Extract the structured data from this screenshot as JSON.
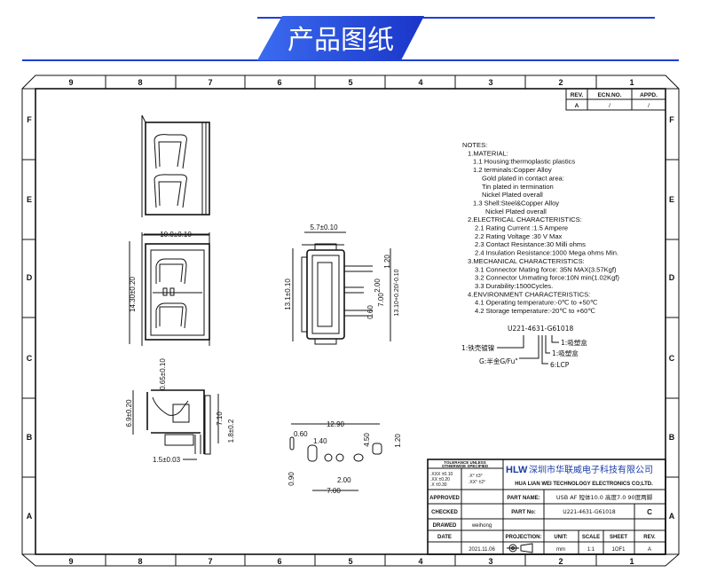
{
  "header": {
    "title": "产品图纸",
    "accent_color": "#1f3fd6"
  },
  "frame": {
    "columns": [
      "9",
      "8",
      "7",
      "6",
      "5",
      "4",
      "3",
      "2",
      "1"
    ],
    "rows": [
      "F",
      "E",
      "D",
      "C",
      "B",
      "A"
    ]
  },
  "revision": {
    "headers": [
      "REV.",
      "ECN.NO.",
      "APPD."
    ],
    "values": [
      "A",
      "/",
      "/"
    ]
  },
  "notes": [
    "NOTES:",
    "1.MATERIAL:",
    "1.1  Housing:thermoplastic  plastics",
    "1.2  terminals:Copper  Alloy",
    "Gold  plated  in  contact  area:",
    "Tin  plated  in  termination",
    "Nickel  Plated  overall",
    "1.3  Shell:Steel&Copper  Alloy",
    "Nickel  Plated  overall",
    "2.ELECTRICAL  CHARACTERISTICS:",
    "2.1  Rating  Current  :1.5  Ampere",
    "2.2  Rating  Voltage  :30  V  Max",
    "2.3  Contact  Resistance:30  Milli  ohms",
    "2.4  Insulation  Resistance:1000  Mega  ohms  Min.",
    "3.MECHANICAL  CHARACTERISTICS:",
    "3.1  Connector  Mating  force:  35N  MAX(3.57Kgf)",
    "3.2  Connector  Unmating  force:10N  min(1.02Kgf)",
    "3.3  Durability:1500Cycles.",
    "4.ENVIRONMENT  CHARACTERISTICS:",
    "4.1  Operating  temperature:-0℃  to  +50℃",
    "4.2  Storage  temperature:-20℃  to  +60℃"
  ],
  "part_code": {
    "code": "U221-4631-G61018",
    "callouts": [
      "1:铁壳镀镍",
      "G:半金G/Fu\"",
      "6:LCP",
      "1:吸塑盒",
      "1:吸塑盒"
    ]
  },
  "dimensions": {
    "front_width": "10.0±0.10",
    "front_height": "14.30±0.20",
    "side_width": "5.7±0.10",
    "side_height": "13.1±0.10",
    "side_pin_120": "1.20",
    "side_pin_200": "2.00",
    "side_pin_700": "7.00",
    "side_pin_060": "0.60",
    "side_total": "13.10+0.20/-0.10",
    "profile_065": "0.65±0.10",
    "profile_69": "6.9±0.20",
    "profile_710": "7.10",
    "profile_18": "1.8±0.2",
    "profile_15": "1.5±0.03",
    "pcb_1290": "12.90",
    "pcb_060": "0.60",
    "pcb_140": "1.40",
    "pcb_450": "4.50",
    "pcb_120": "1.20",
    "pcb_090": "0.90",
    "pcb_200": "2.00",
    "pcb_700": "7.00"
  },
  "title_block": {
    "tolerance_title": "TOLERANCE UNLESS",
    "tolerance_subtitle": "OTHERWISE SPECIFIED",
    "tol_xxx": ".XXX  ±0.10",
    "tol_xx": ".XX   ±0.20",
    "tol_x": ".X    ±0.30",
    "tol_ang1": ".X°   ±3°",
    "tol_ang2": ".XX°  ±2°",
    "logo": "HLW",
    "company_cn": "深圳市华联威电子科技有限公司",
    "company_en": "HUA LIAN WEI TECHNOLOGY ELECTRONICS CO;LTD.",
    "approved_label": "APPROVED",
    "approved_value": "",
    "checked_label": "CHECKED",
    "checked_value": "",
    "drawed_label": "DRAWED",
    "drawed_value": "weihong",
    "date_label": "DATE",
    "date_value": "2021.11.06",
    "part_name_label": "PART NAME:",
    "part_name_value": "USB AF 短体10.0 高度7.0 90度两脚",
    "part_no_label": "PART No:",
    "part_no_value": "U221-4631-G61018",
    "part_rev": "C",
    "projection_label": "PROJECTION:",
    "unit_label": "UNIT:",
    "unit_value": "mm",
    "scale_label": "SCALE",
    "scale_value": "1:1",
    "sheet_label": "SHEET",
    "sheet_value": "1OF1",
    "rev_label": "REV.",
    "rev_value": "A"
  }
}
